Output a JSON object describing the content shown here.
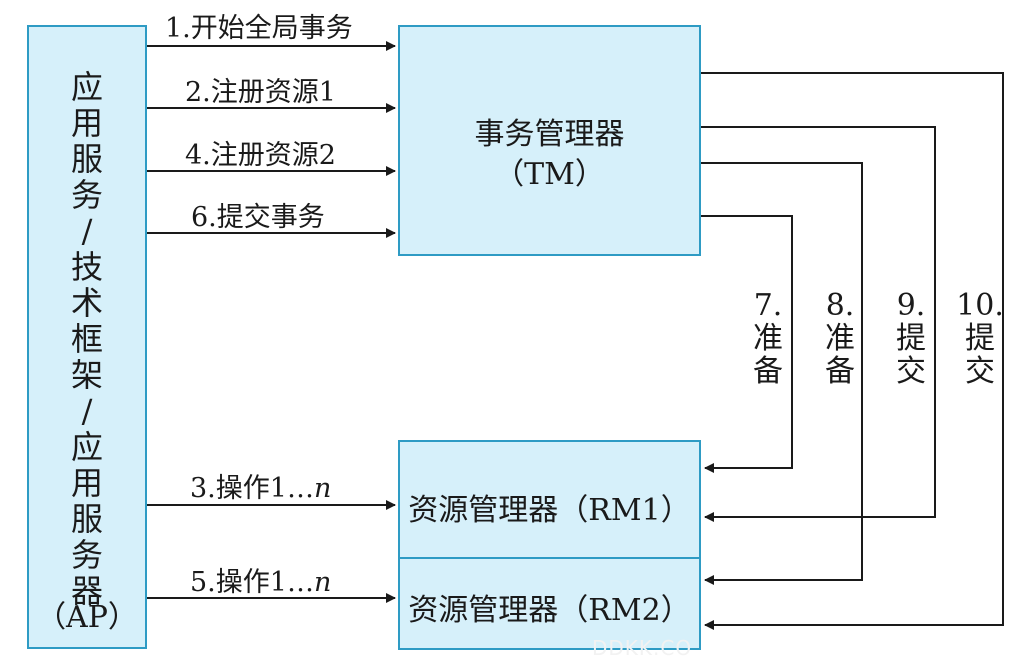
{
  "ap": {
    "chars": [
      "应",
      "用",
      "服",
      "务",
      "/",
      "技",
      "术",
      "框",
      "架",
      "/",
      "应",
      "用",
      "服",
      "务",
      "器"
    ],
    "abbr": "（AP）"
  },
  "tm": {
    "name": "事务管理器",
    "abbr": "（TM）"
  },
  "rm1": {
    "pre": "资源管理器（",
    "abbr": "RM1",
    "post": "）"
  },
  "rm2": {
    "pre": "资源管理器（",
    "abbr": "RM2",
    "post": "）"
  },
  "arrows": {
    "a1": "1.开始全局事务",
    "a2": "2.注册资源1",
    "a4": "4.注册资源2",
    "a6": "6.提交事务",
    "a3_pre": "3.操作1…",
    "a3_n": "n",
    "a5_pre": "5.操作1…",
    "a5_n": "n",
    "a7": {
      "num": "7.",
      "c1": "准",
      "c2": "备"
    },
    "a8": {
      "num": "8.",
      "c1": "准",
      "c2": "备"
    },
    "a9": {
      "num": "9.",
      "c1": "提",
      "c2": "交"
    },
    "a10": {
      "num": "10.",
      "c1": "提",
      "c2": "交"
    }
  },
  "watermark": "DDKK.CO",
  "colors": {
    "box_fill": "#d6f0fa",
    "box_border": "#2e9bc4",
    "line": "#1a1a1a"
  }
}
